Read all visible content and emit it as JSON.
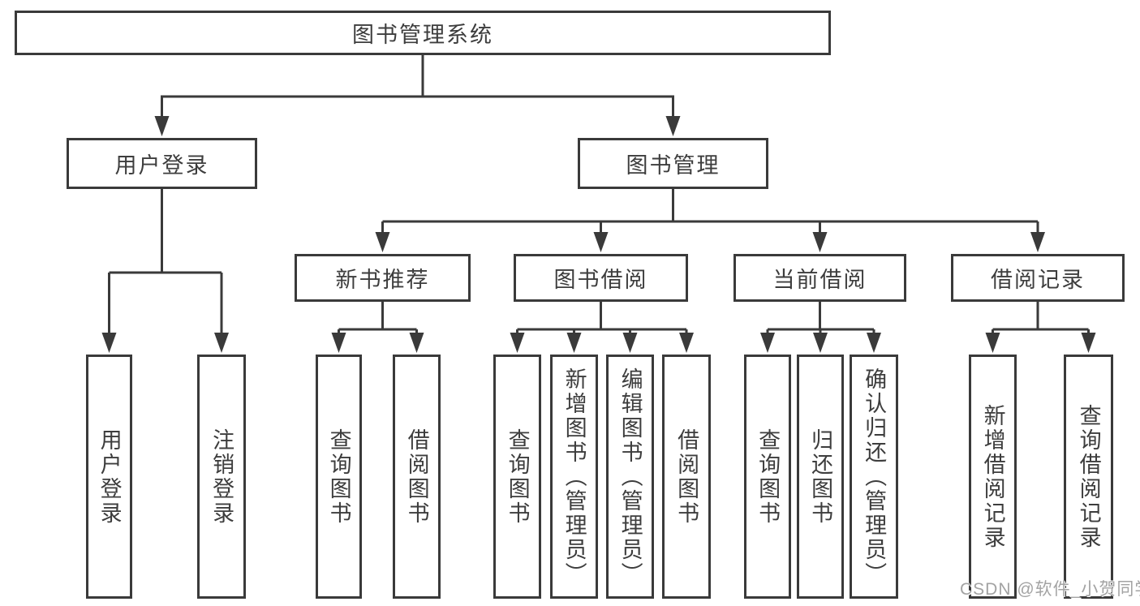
{
  "tree": {
    "root": "图书管理系统",
    "branches": [
      {
        "label": "用户登录",
        "children": [
          "用户登录",
          "注销登录"
        ]
      },
      {
        "label": "图书管理",
        "modules": [
          {
            "label": "新书推荐",
            "children": [
              "查询图书",
              "借阅图书"
            ]
          },
          {
            "label": "图书借阅",
            "children": [
              "查询图书",
              "新增图书（管理员）",
              "编辑图书（管理员）",
              "借阅图书"
            ]
          },
          {
            "label": "当前借阅",
            "children": [
              "查询图书",
              "归还图书",
              "确认归还（管理员）"
            ]
          },
          {
            "label": "借阅记录",
            "children": [
              "新增借阅记录",
              "查询借阅记录"
            ]
          }
        ]
      }
    ]
  },
  "watermark": {
    "text": "CSDN @软件_小贺同学"
  },
  "colors": {
    "line": "#3a3a3a",
    "box_border": "#3a3a3a",
    "text": "#3d3d3d",
    "watermark": "#a3a3a3",
    "background": "#ffffff"
  }
}
